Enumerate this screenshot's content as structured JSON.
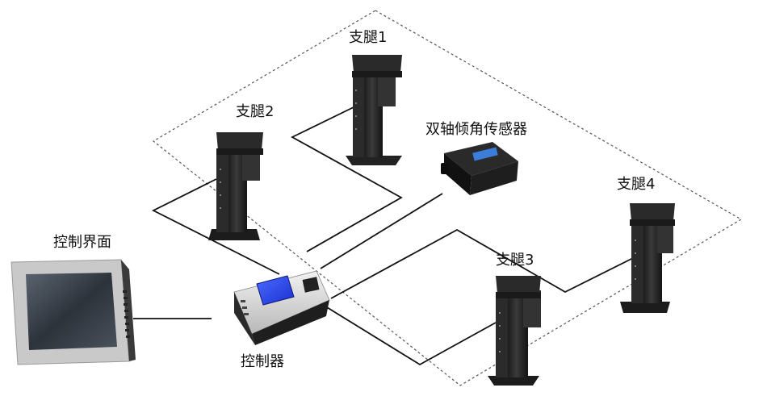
{
  "labels": {
    "leg1": "支腿1",
    "leg2": "支腿2",
    "leg3": "支腿3",
    "leg4": "支腿4",
    "sensor": "双轴倾角传感器",
    "hmi": "控制界面",
    "controller": "控制器"
  }
}
